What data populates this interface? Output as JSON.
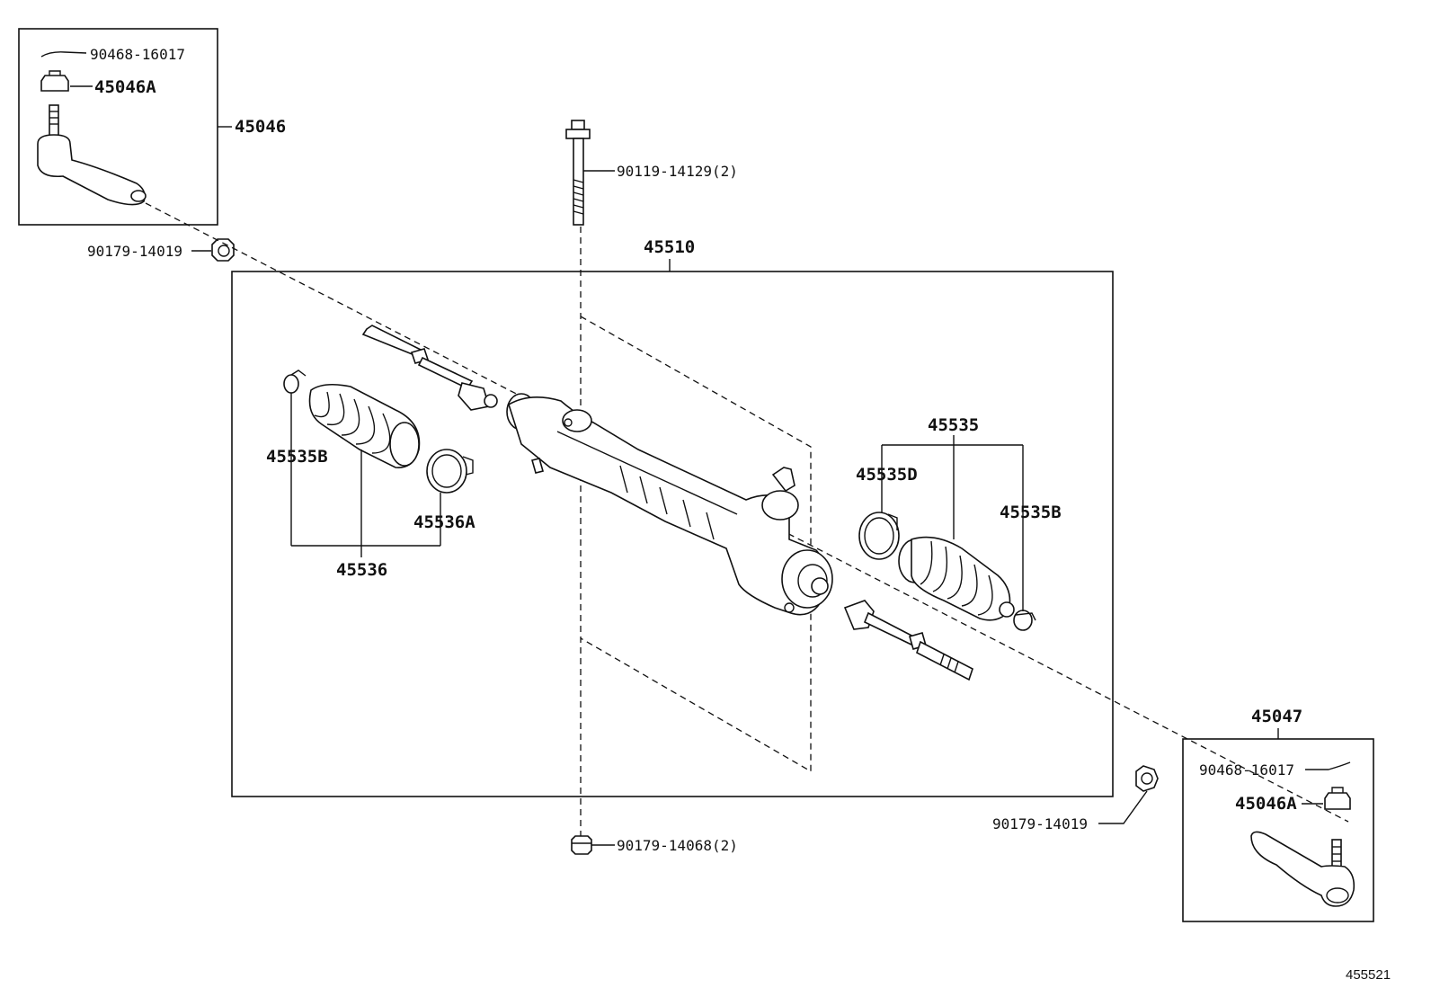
{
  "labels": {
    "tie_rod_end_lh": "45046",
    "cotter_pin_lh": "90468-16017",
    "nut_lh": "45046A",
    "lock_nut_lh": "90179-14019",
    "bolt": "90119-14129(2)",
    "gear_assembly": "45510",
    "boot_clip_left": "45535B",
    "boot_kit_left": "45536",
    "boot_clamp_left": "45536A",
    "boot_kit_right": "45535",
    "boot_clamp_right": "45535D",
    "boot_clip_right": "45535B",
    "nut_bottom": "90179-14068(2)",
    "tie_rod_end_rh": "45047",
    "cotter_pin_rh": "90468-16017",
    "nut_rh": "45046A",
    "lock_nut_rh": "90179-14019"
  },
  "diagram_ref": "455521"
}
